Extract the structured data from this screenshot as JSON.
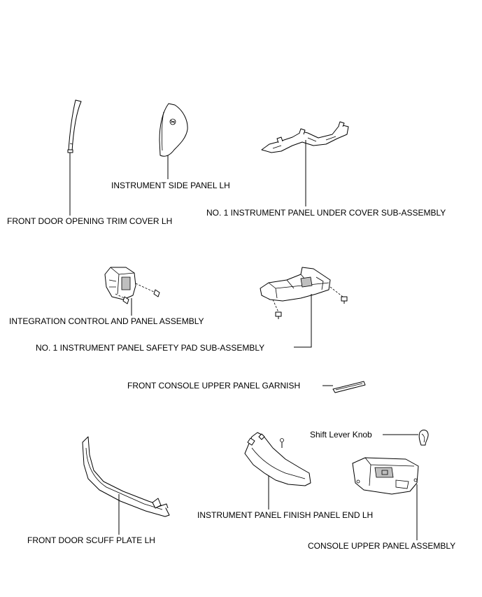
{
  "labels": {
    "front_door_opening_trim": "FRONT DOOR OPENING TRIM COVER LH",
    "instrument_side_panel": "INSTRUMENT SIDE PANEL LH",
    "no1_under_cover": "NO. 1 INSTRUMENT PANEL UNDER COVER SUB-ASSEMBLY",
    "integration_control": "INTEGRATION CONTROL AND PANEL ASSEMBLY",
    "no1_safety_pad": "NO. 1 INSTRUMENT PANEL SAFETY PAD SUB-ASSEMBLY",
    "front_console_garnish": "FRONT CONSOLE UPPER PANEL GARNISH",
    "shift_lever_knob": "Shift Lever Knob",
    "finish_panel_end": "INSTRUMENT PANEL FINISH PANEL END LH",
    "front_door_scuff": "FRONT DOOR SCUFF PLATE LH",
    "console_upper_panel": "CONSOLE UPPER PANEL ASSEMBLY"
  }
}
